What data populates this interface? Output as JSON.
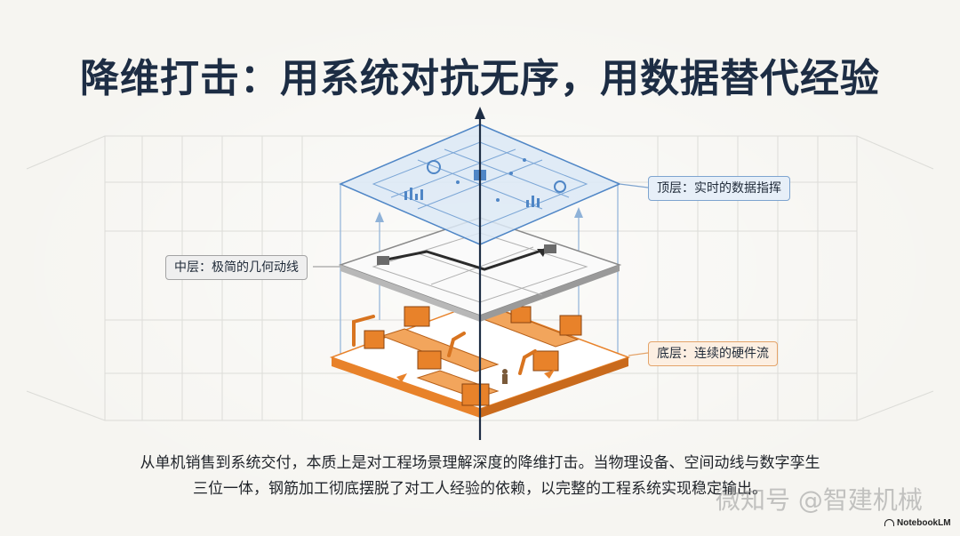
{
  "title": "降维打击：用系统对抗无序，用数据替代经验",
  "callouts": {
    "top": "顶层：实时的数据指挥",
    "middle": "中层：极简的几何动线",
    "bottom": "底层：连续的硬件流"
  },
  "body": {
    "line1": "从单机销售到系统交付，本质上是对工程场景理解深度的降维打击。当物理设备、空间动线与数字孪生",
    "line2": "三位一体，钢筋加工彻底摆脱了对工人经验的依赖，以完整的工程系统实现稳定输出。"
  },
  "watermark": "微知号 @智建机械",
  "brand": "NotebookLM",
  "colors": {
    "title": "#1d2d44",
    "top_layer": "#4f86c6",
    "middle_layer": "#9a9a9a",
    "bottom_layer": "#e8822a",
    "axis": "#1d2d44"
  }
}
